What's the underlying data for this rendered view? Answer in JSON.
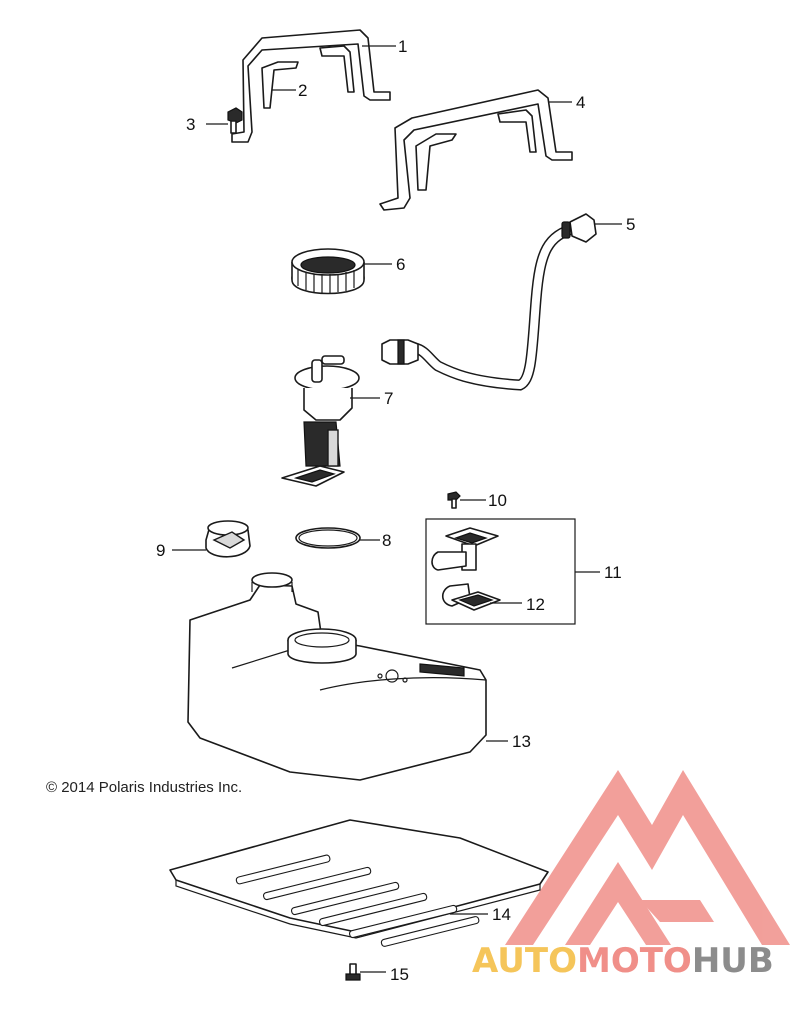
{
  "copyright": "© 2014 Polaris Industries Inc.",
  "callouts": [
    "1",
    "2",
    "3",
    "4",
    "5",
    "6",
    "7",
    "8",
    "9",
    "10",
    "11",
    "12",
    "13",
    "14",
    "15"
  ],
  "watermark": {
    "parts": [
      "AUTO",
      "MOTO",
      "HUB"
    ],
    "colors": {
      "auto": "#f5c55a",
      "moto": "#f08f89",
      "hub": "#8c8c8c",
      "logo": "#f08f89"
    }
  }
}
